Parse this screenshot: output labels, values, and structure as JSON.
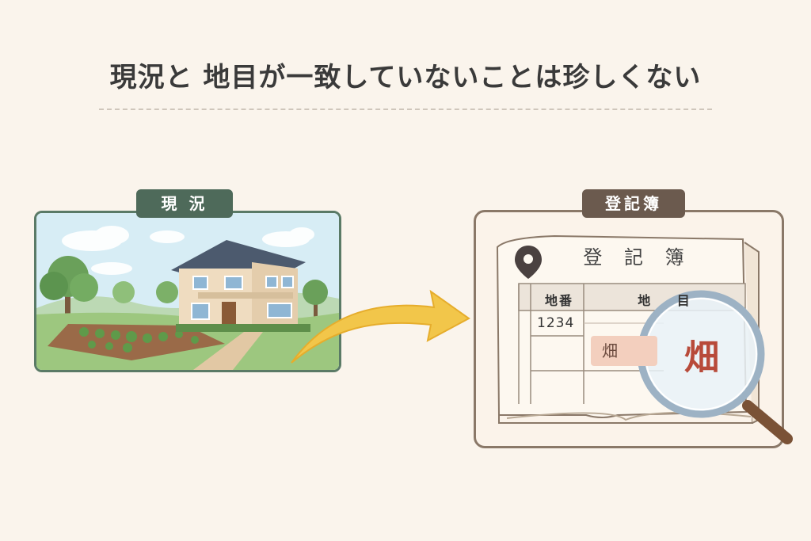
{
  "title": "現況と 地目が一致していないことは珍しくない",
  "left_panel": {
    "label": "現 況"
  },
  "right_panel": {
    "label": "登記簿",
    "book_title": "登 記 簿",
    "table": {
      "col_parcel": "地番",
      "col_use": "地 目",
      "parcel_no": "1234",
      "land_use": "畑"
    },
    "magnified_text": "畑"
  },
  "icons": [
    "map-pin-icon",
    "magnifier-icon",
    "arrow-icon"
  ],
  "colors": {
    "background": "#faf4ec",
    "left_accent": "#4e6a5a",
    "right_accent": "#6b5a4e",
    "arrow": "#f2c64a",
    "highlight": "#b84a3a"
  }
}
